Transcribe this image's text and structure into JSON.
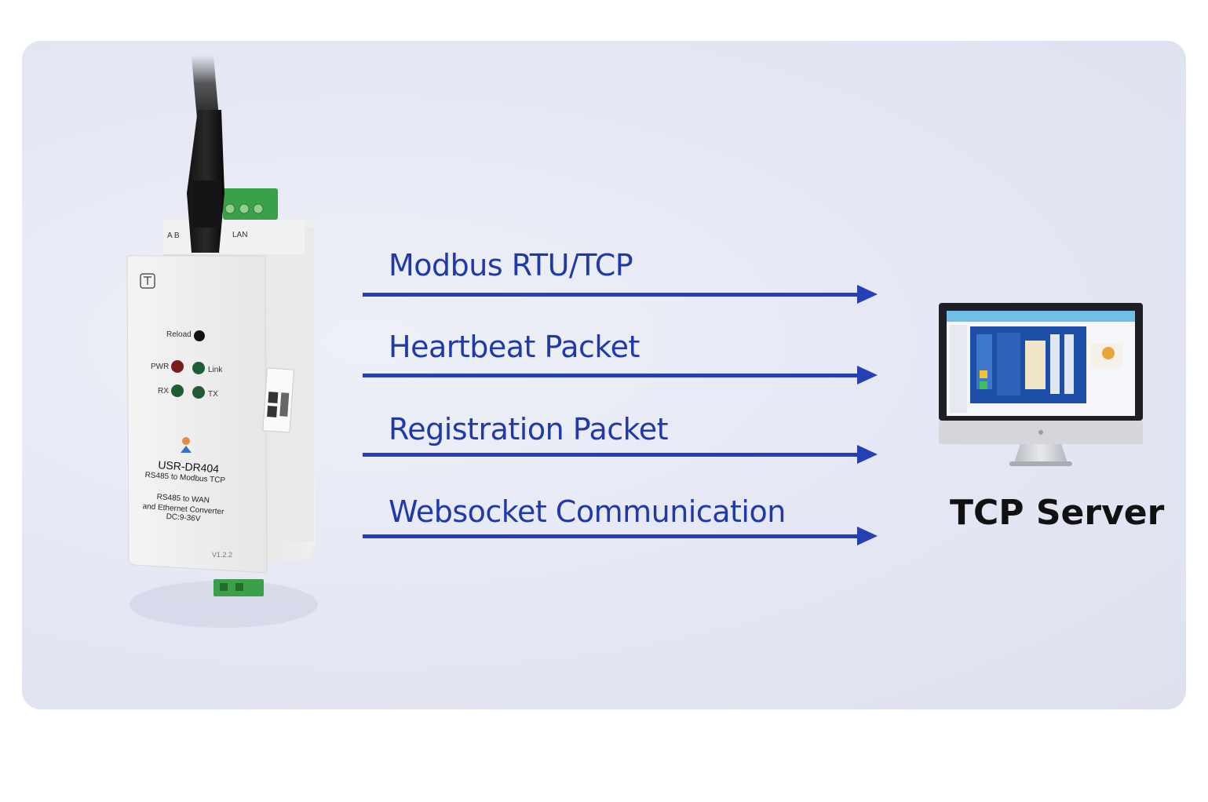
{
  "device": {
    "top_labels": {
      "terminals": "A B",
      "lan": "LAN"
    },
    "reload": "Reload",
    "leds": {
      "pwr": "PWR",
      "link": "Link",
      "rx": "RX",
      "tx": "TX"
    },
    "model": "USR-DR404",
    "subtitle": "RS485 to Modbus TCP",
    "description_line1": "RS485 to WAN",
    "description_line2": "and Ethernet Converter",
    "description_line3": "DC:9-36V",
    "version": "V1.2.2"
  },
  "flows": [
    {
      "label": "Modbus RTU/TCP"
    },
    {
      "label": "Heartbeat Packet"
    },
    {
      "label": "Registration Packet"
    },
    {
      "label": "Websocket Communication"
    }
  ],
  "server": {
    "label": "TCP Server",
    "icon": "monitor-icon"
  },
  "colors": {
    "accent": "#2440b4",
    "text_accent": "#1f3aa8",
    "panel": "#e6e8f4"
  }
}
